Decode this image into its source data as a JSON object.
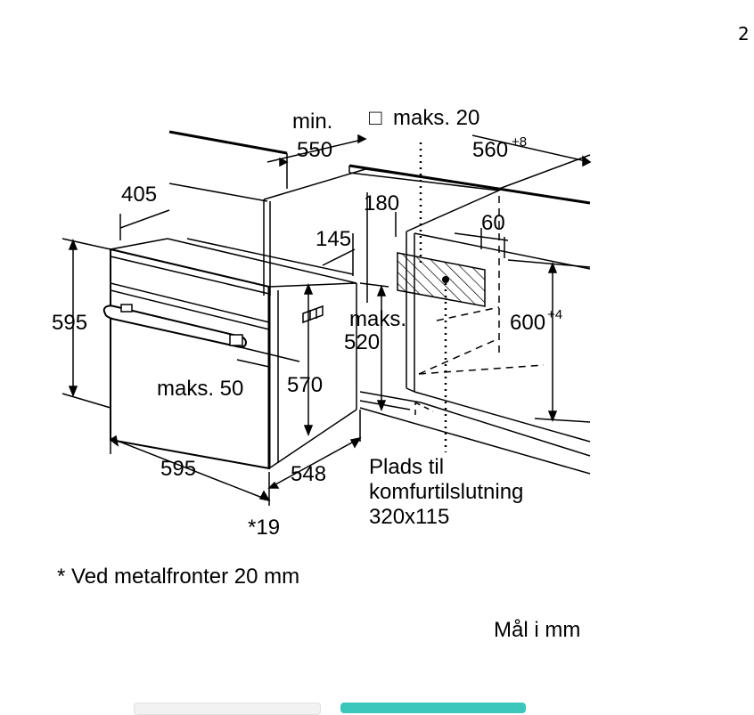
{
  "page": {
    "number": "2"
  },
  "colors": {
    "line": "#000000",
    "hatch": "#000000",
    "tab_left": "#f2f2f2",
    "tab_right": "#3cc7bc"
  },
  "diagram": {
    "labels": {
      "min": "min.",
      "d550": "550",
      "square_symbol": "□",
      "maks20": "maks. 20",
      "d560": "560",
      "d560_sup": "+8",
      "d405": "405",
      "d180": "180",
      "d60": "60",
      "d145": "145",
      "d595_left": "595",
      "maks": "maks.",
      "d520": "520",
      "d600": "600",
      "d600_sup": "+4",
      "maks50": "maks. 50",
      "d570": "570",
      "d595_bottom": "595",
      "d548": "548",
      "star19": "*19",
      "plads_line1": "Plads til",
      "plads_line2": "komfurtilslutning",
      "plads_line3": "320x115"
    }
  },
  "notes": {
    "metal": "* Ved metalfronter 20 mm",
    "units": "Mål i mm"
  }
}
